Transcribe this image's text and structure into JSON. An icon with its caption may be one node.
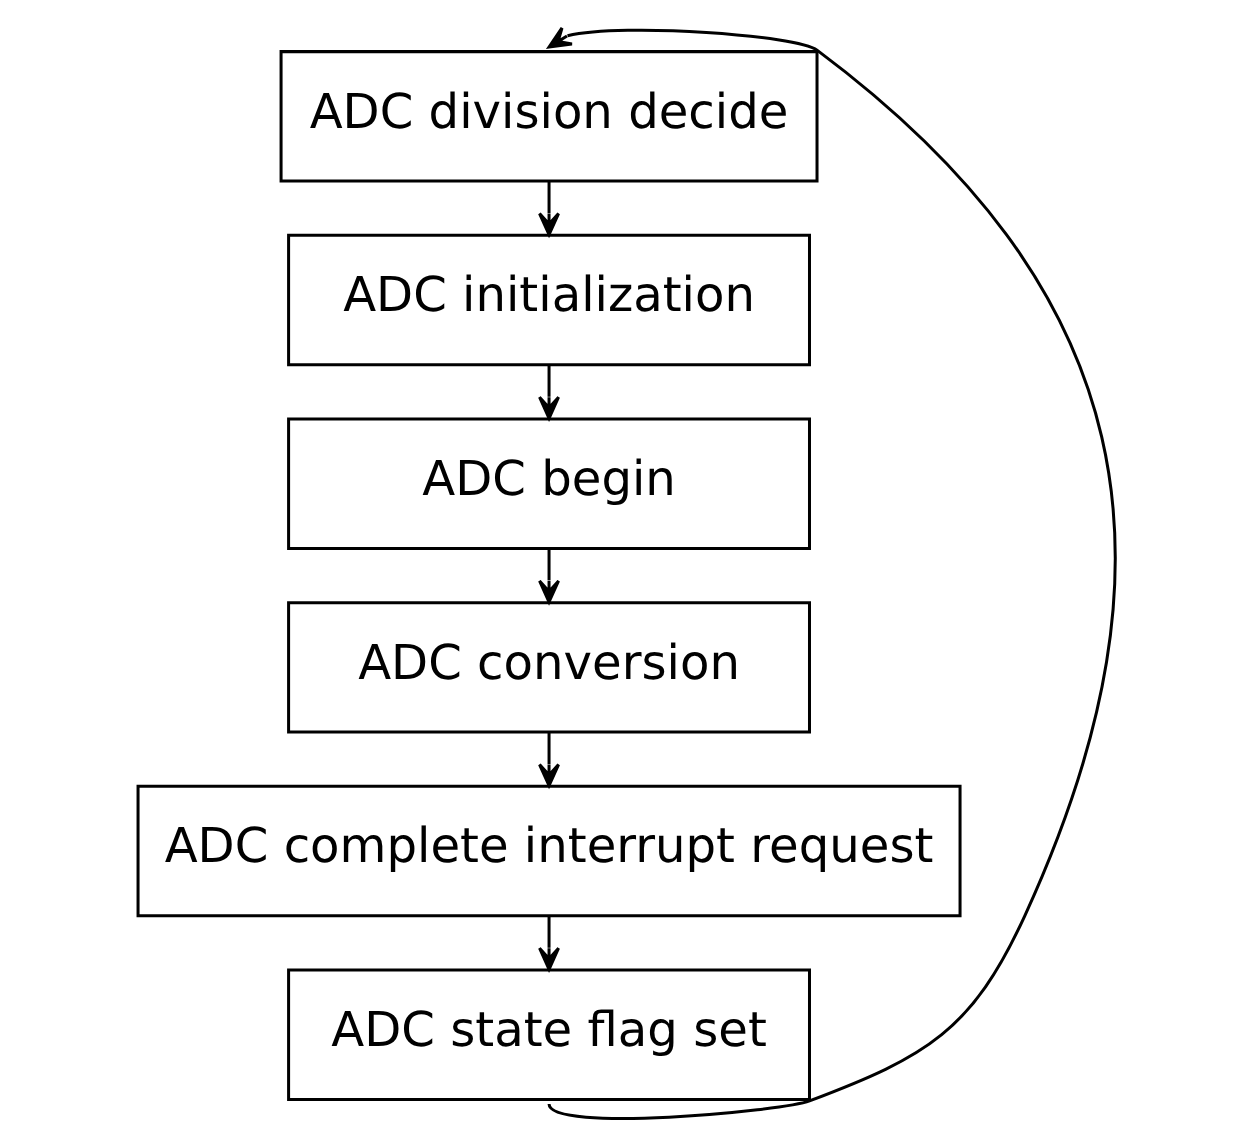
{
  "diagram": {
    "nodes": [
      {
        "text": [
          "ADC division decide"
        ]
      },
      {
        "text": [
          "ADC initialization"
        ]
      },
      {
        "text": [
          "ADC begin"
        ]
      },
      {
        "text": [
          "ADC conversion"
        ]
      },
      {
        "text": [
          "ADC complete interrupt request"
        ]
      },
      {
        "text": [
          "ADC state flag set"
        ]
      }
    ],
    "edges": [
      {
        "from": 0,
        "to": 1,
        "arrow": "to"
      },
      {
        "from": 1,
        "to": 2,
        "arrow": "to"
      },
      {
        "from": 2,
        "to": 3,
        "arrow": "to"
      },
      {
        "from": 3,
        "to": 4,
        "arrow": "to"
      },
      {
        "from": 4,
        "to": 5,
        "arrow": "to"
      },
      {
        "from": 5,
        "to": 0,
        "arrow": "to"
      }
    ]
  }
}
